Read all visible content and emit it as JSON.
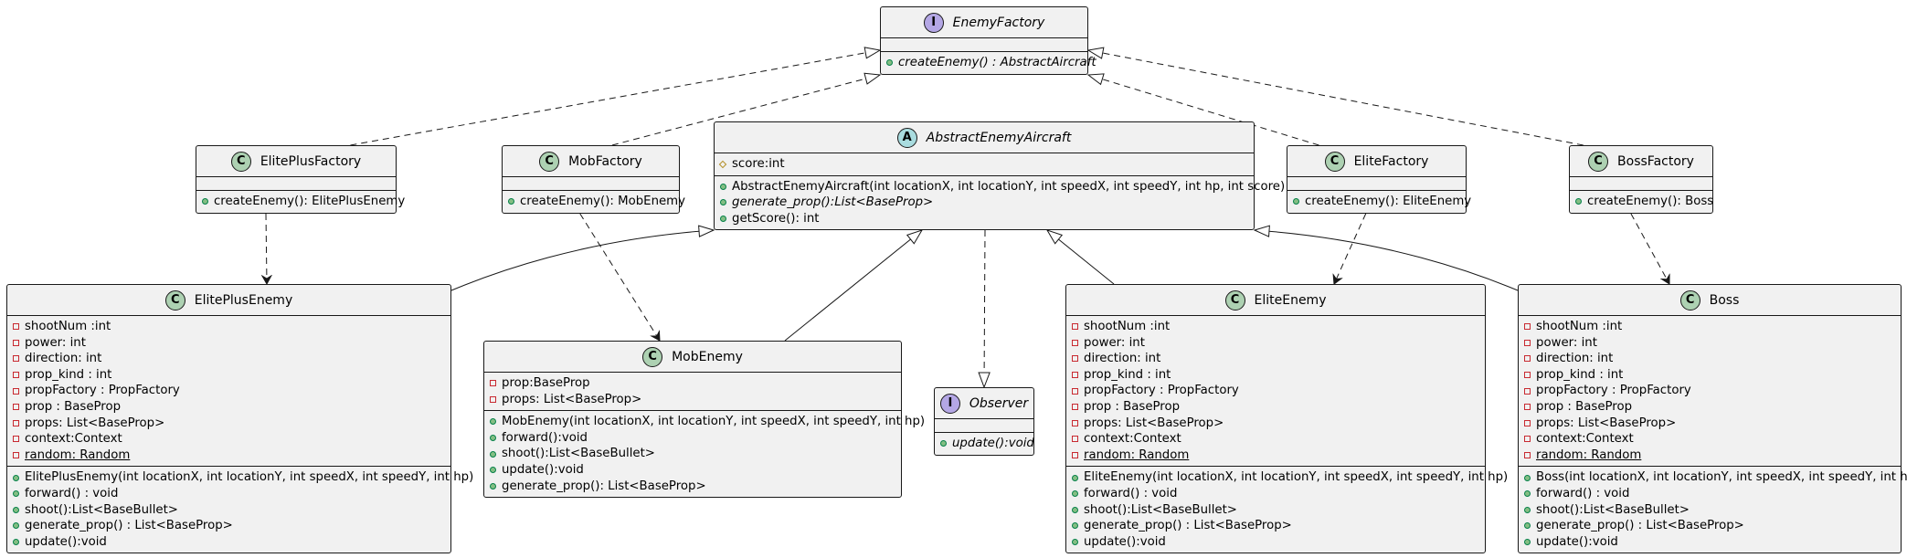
{
  "colors": {
    "class_spot": "#ADD1B2",
    "interface_spot": "#B4A7E5",
    "abstract_spot": "#A9DCDF",
    "box_fill": "#F1F1F1",
    "border": "#181818",
    "private": "#C82930",
    "public": "#84BE84",
    "protected": "#B38D22"
  },
  "classes": [
    {
      "id": "EnemyFactory",
      "kind": "interface",
      "spot": "I",
      "name": "EnemyFactory",
      "abstract_name": true,
      "fields": [],
      "methods": [
        {
          "vis": "public",
          "text": "createEnemy() : AbstractAircraft",
          "abstract": true
        }
      ]
    },
    {
      "id": "ElitePlusFactory",
      "kind": "class",
      "spot": "C",
      "name": "ElitePlusFactory",
      "abstract_name": false,
      "fields": [],
      "methods": [
        {
          "vis": "public",
          "text": "createEnemy(): ElitePlusEnemy"
        }
      ]
    },
    {
      "id": "MobFactory",
      "kind": "class",
      "spot": "C",
      "name": "MobFactory",
      "abstract_name": false,
      "fields": [],
      "methods": [
        {
          "vis": "public",
          "text": "createEnemy(): MobEnemy"
        }
      ]
    },
    {
      "id": "AbstractEnemyAircraft",
      "kind": "abstract",
      "spot": "A",
      "name": "AbstractEnemyAircraft",
      "abstract_name": true,
      "fields": [
        {
          "vis": "protected",
          "text": "score:int"
        }
      ],
      "methods": [
        {
          "vis": "public",
          "text": "AbstractEnemyAircraft(int locationX, int locationY, int speedX, int speedY, int hp, int score)"
        },
        {
          "vis": "public",
          "text": "generate_prop():List<BaseProp>",
          "abstract": true
        },
        {
          "vis": "public",
          "text": "getScore(): int"
        }
      ]
    },
    {
      "id": "EliteFactory",
      "kind": "class",
      "spot": "C",
      "name": "EliteFactory",
      "abstract_name": false,
      "fields": [],
      "methods": [
        {
          "vis": "public",
          "text": "createEnemy(): EliteEnemy"
        }
      ]
    },
    {
      "id": "BossFactory",
      "kind": "class",
      "spot": "C",
      "name": "BossFactory",
      "abstract_name": false,
      "fields": [],
      "methods": [
        {
          "vis": "public",
          "text": "createEnemy(): Boss"
        }
      ]
    },
    {
      "id": "ElitePlusEnemy",
      "kind": "class",
      "spot": "C",
      "name": "ElitePlusEnemy",
      "abstract_name": false,
      "fields": [
        {
          "vis": "private",
          "text": "shootNum :int"
        },
        {
          "vis": "private",
          "text": "power: int"
        },
        {
          "vis": "private",
          "text": "direction: int"
        },
        {
          "vis": "private",
          "text": "prop_kind : int"
        },
        {
          "vis": "private",
          "text": "propFactory : PropFactory"
        },
        {
          "vis": "private",
          "text": "prop : BaseProp"
        },
        {
          "vis": "private",
          "text": "props: List<BaseProp>"
        },
        {
          "vis": "private",
          "text": "context:Context"
        },
        {
          "vis": "private",
          "text": "random: Random",
          "static": true
        }
      ],
      "methods": [
        {
          "vis": "public",
          "text": "ElitePlusEnemy(int locationX, int locationY, int speedX, int speedY, int hp)"
        },
        {
          "vis": "public",
          "text": "forward() : void"
        },
        {
          "vis": "public",
          "text": "shoot():List<BaseBullet>"
        },
        {
          "vis": "public",
          "text": "generate_prop() : List<BaseProp>"
        },
        {
          "vis": "public",
          "text": "update():void"
        }
      ]
    },
    {
      "id": "MobEnemy",
      "kind": "class",
      "spot": "C",
      "name": "MobEnemy",
      "abstract_name": false,
      "fields": [
        {
          "vis": "private",
          "text": "prop:BaseProp"
        },
        {
          "vis": "private",
          "text": "props: List<BaseProp>"
        }
      ],
      "methods": [
        {
          "vis": "public",
          "text": "MobEnemy(int locationX, int locationY, int speedX, int speedY, int hp)"
        },
        {
          "vis": "public",
          "text": "forward():void"
        },
        {
          "vis": "public",
          "text": "shoot():List<BaseBullet>"
        },
        {
          "vis": "public",
          "text": "update():void"
        },
        {
          "vis": "public",
          "text": "generate_prop(): List<BaseProp>"
        }
      ]
    },
    {
      "id": "Observer",
      "kind": "interface",
      "spot": "I",
      "name": "Observer",
      "abstract_name": true,
      "fields": [],
      "methods": [
        {
          "vis": "public",
          "text": "update():void",
          "abstract": true
        }
      ]
    },
    {
      "id": "EliteEnemy",
      "kind": "class",
      "spot": "C",
      "name": "EliteEnemy",
      "abstract_name": false,
      "fields": [
        {
          "vis": "private",
          "text": "shootNum :int"
        },
        {
          "vis": "private",
          "text": "power: int"
        },
        {
          "vis": "private",
          "text": "direction: int"
        },
        {
          "vis": "private",
          "text": "prop_kind : int"
        },
        {
          "vis": "private",
          "text": "propFactory : PropFactory"
        },
        {
          "vis": "private",
          "text": "prop : BaseProp"
        },
        {
          "vis": "private",
          "text": "props: List<BaseProp>"
        },
        {
          "vis": "private",
          "text": "context:Context"
        },
        {
          "vis": "private",
          "text": "random: Random",
          "static": true
        }
      ],
      "methods": [
        {
          "vis": "public",
          "text": "EliteEnemy(int locationX, int locationY, int speedX, int speedY, int hp)"
        },
        {
          "vis": "public",
          "text": "forward() : void"
        },
        {
          "vis": "public",
          "text": "shoot():List<BaseBullet>"
        },
        {
          "vis": "public",
          "text": "generate_prop() : List<BaseProp>"
        },
        {
          "vis": "public",
          "text": "update():void"
        }
      ]
    },
    {
      "id": "Boss",
      "kind": "class",
      "spot": "C",
      "name": "Boss",
      "abstract_name": false,
      "fields": [
        {
          "vis": "private",
          "text": "shootNum :int"
        },
        {
          "vis": "private",
          "text": "power: int"
        },
        {
          "vis": "private",
          "text": "direction: int"
        },
        {
          "vis": "private",
          "text": "prop_kind : int"
        },
        {
          "vis": "private",
          "text": "propFactory : PropFactory"
        },
        {
          "vis": "private",
          "text": "prop : BaseProp"
        },
        {
          "vis": "private",
          "text": "props: List<BaseProp>"
        },
        {
          "vis": "private",
          "text": "context:Context"
        },
        {
          "vis": "private",
          "text": "random: Random",
          "static": true
        }
      ],
      "methods": [
        {
          "vis": "public",
          "text": "Boss(int locationX, int locationY, int speedX, int speedY, int hp)"
        },
        {
          "vis": "public",
          "text": "forward() : void"
        },
        {
          "vis": "public",
          "text": "shoot():List<BaseBullet>"
        },
        {
          "vis": "public",
          "text": "generate_prop() : List<BaseProp>"
        },
        {
          "vis": "public",
          "text": "update():void"
        }
      ]
    }
  ],
  "relations": [
    {
      "from": "ElitePlusFactory",
      "to": "EnemyFactory",
      "type": "realization"
    },
    {
      "from": "MobFactory",
      "to": "EnemyFactory",
      "type": "realization"
    },
    {
      "from": "EliteFactory",
      "to": "EnemyFactory",
      "type": "realization"
    },
    {
      "from": "BossFactory",
      "to": "EnemyFactory",
      "type": "realization"
    },
    {
      "from": "ElitePlusFactory",
      "to": "ElitePlusEnemy",
      "type": "dependency"
    },
    {
      "from": "MobFactory",
      "to": "MobEnemy",
      "type": "dependency"
    },
    {
      "from": "EliteFactory",
      "to": "EliteEnemy",
      "type": "dependency"
    },
    {
      "from": "BossFactory",
      "to": "Boss",
      "type": "dependency"
    },
    {
      "from": "ElitePlusEnemy",
      "to": "AbstractEnemyAircraft",
      "type": "generalization"
    },
    {
      "from": "MobEnemy",
      "to": "AbstractEnemyAircraft",
      "type": "generalization"
    },
    {
      "from": "EliteEnemy",
      "to": "AbstractEnemyAircraft",
      "type": "generalization"
    },
    {
      "from": "Boss",
      "to": "AbstractEnemyAircraft",
      "type": "generalization"
    },
    {
      "from": "AbstractEnemyAircraft",
      "to": "Observer",
      "type": "realization"
    }
  ]
}
